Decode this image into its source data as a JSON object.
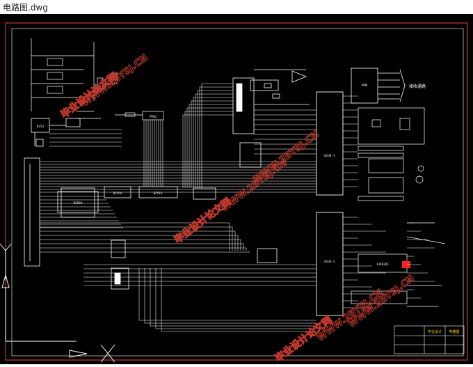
{
  "window": {
    "title": "电路图.dwg"
  },
  "colors": {
    "background": "#000000",
    "border": "#c0392b",
    "lines": "#ffffff",
    "watermark": "#c0392b",
    "accent_red": "#ff2020",
    "accent_yellow": "#ffd200"
  },
  "labels": {
    "chip_8253": "8253",
    "chip_8259a": "8259A",
    "chip_8255a": "8255A",
    "chip_8251a": "8251A",
    "pin_header": "PP40",
    "sensor_module": "PPM",
    "output_label": "接收通路",
    "chip_8236_1": "8236 -1",
    "chip_8236_2": "8236 -2",
    "lower_chip": "144B201",
    "title_block_company": "毕业设计",
    "title_block_sheet": "电路图"
  },
  "watermarks": [
    "毕业设计论文网",
    "WWW.2BYSJ.CN"
  ]
}
